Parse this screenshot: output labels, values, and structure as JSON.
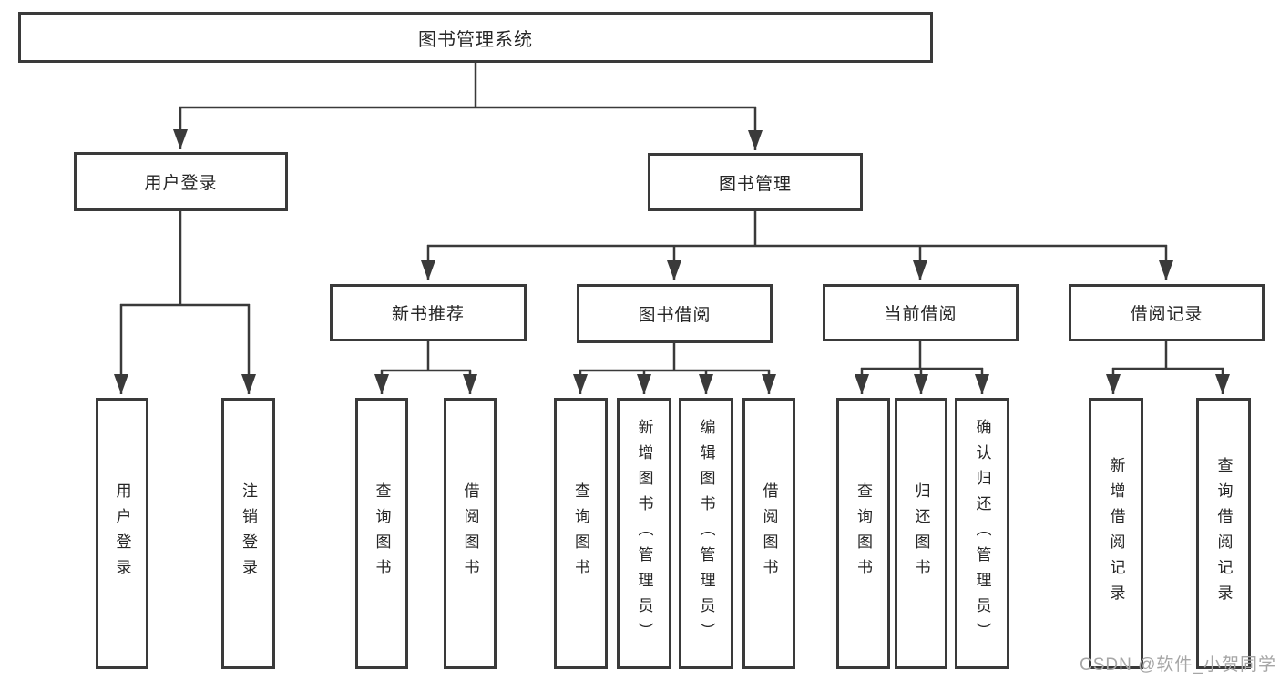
{
  "nodes": {
    "root": "图书管理系统",
    "user_login": "用户登录",
    "book_mgmt": "图书管理",
    "new_book_rec": "新书推荐",
    "book_borrow": "图书借阅",
    "current_borrow": "当前借阅",
    "borrow_records": "借阅记录",
    "user_login_leaf": "用户登录",
    "logout_leaf": "注销登录",
    "rec_query_books": "查询图书",
    "rec_borrow_books": "借阅图书",
    "bb_query_books": "查询图书",
    "bb_add_books_admin": "新增图书（管理员）",
    "bb_edit_books_admin": "编辑图书（管理员）",
    "bb_borrow_books": "借阅图书",
    "cb_query_books": "查询图书",
    "cb_return_books": "归还图书",
    "cb_confirm_return_admin": "确认归还（管理员）",
    "br_add_record": "新增借阅记录",
    "br_query_record": "查询借阅记录"
  },
  "hierarchy": {
    "图书管理系统": {
      "用户登录": [
        "用户登录",
        "注销登录"
      ],
      "图书管理": {
        "新书推荐": [
          "查询图书",
          "借阅图书"
        ],
        "图书借阅": [
          "查询图书",
          "新增图书（管理员）",
          "编辑图书（管理员）",
          "借阅图书"
        ],
        "当前借阅": [
          "查询图书",
          "归还图书",
          "确认归还（管理员）"
        ],
        "借阅记录": [
          "新增借阅记录",
          "查询借阅记录"
        ]
      }
    }
  },
  "watermark": {
    "text": "CSDN @软件_小贺同学"
  },
  "colors": {
    "line": "#3a3a3a",
    "text": "#262626",
    "watermark": "#a6a6a6",
    "background": "#ffffff"
  }
}
